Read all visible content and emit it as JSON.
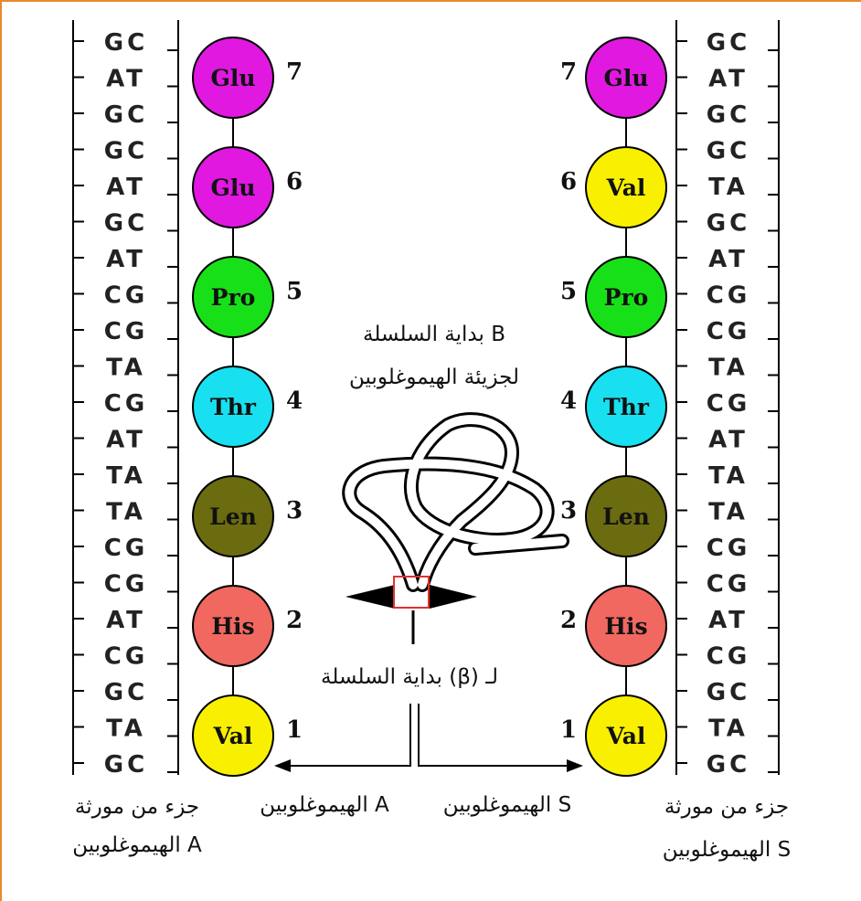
{
  "left_strand": {
    "base_pairs": [
      "GC",
      "AT",
      "GC",
      "GC",
      "AT",
      "GC",
      "AT",
      "CG",
      "CG",
      "TA",
      "CG",
      "AT",
      "TA",
      "TA",
      "CG",
      "CG",
      "AT",
      "CG",
      "GC",
      "TA",
      "GC"
    ],
    "label_line1": "جزء من مورثة",
    "label_line2": "الهيموغلوبين A"
  },
  "right_strand": {
    "base_pairs": [
      "GC",
      "AT",
      "GC",
      "GC",
      "TA",
      "GC",
      "AT",
      "CG",
      "CG",
      "TA",
      "CG",
      "AT",
      "TA",
      "TA",
      "CG",
      "CG",
      "AT",
      "CG",
      "GC",
      "TA",
      "GC"
    ],
    "label_line1": "جزء من مورثة",
    "label_line2": "الهيموغلوبين S"
  },
  "left_chain": [
    {
      "num": "7",
      "name": "Glu",
      "color": "#e018e0"
    },
    {
      "num": "6",
      "name": "Glu",
      "color": "#e018e0"
    },
    {
      "num": "5",
      "name": "Pro",
      "color": "#18e018"
    },
    {
      "num": "4",
      "name": "Thr",
      "color": "#18e0f0"
    },
    {
      "num": "3",
      "name": "Len",
      "color": "#6b6b10"
    },
    {
      "num": "2",
      "name": "His",
      "color": "#f06860"
    },
    {
      "num": "1",
      "name": "Val",
      "color": "#f8f000"
    }
  ],
  "right_chain": [
    {
      "num": "7",
      "name": "Glu",
      "color": "#e018e0"
    },
    {
      "num": "6",
      "name": "Val",
      "color": "#f8f000"
    },
    {
      "num": "5",
      "name": "Pro",
      "color": "#18e018"
    },
    {
      "num": "4",
      "name": "Thr",
      "color": "#18e0f0"
    },
    {
      "num": "3",
      "name": "Len",
      "color": "#6b6b10"
    },
    {
      "num": "2",
      "name": "His",
      "color": "#f06860"
    },
    {
      "num": "1",
      "name": "Val",
      "color": "#f8f000"
    }
  ],
  "center": {
    "title_line1": "بداية السلسلة B",
    "title_line2": "لجزيئة الهيموغلوبين",
    "beta_label": "بداية السلسلة (β) لـ",
    "hemoglobin_s": "الهيموغلوبين S",
    "hemoglobin_a": "الهيموغلوبين A"
  },
  "colors": {
    "frame": "#e88a2e",
    "box": "#e03030"
  }
}
